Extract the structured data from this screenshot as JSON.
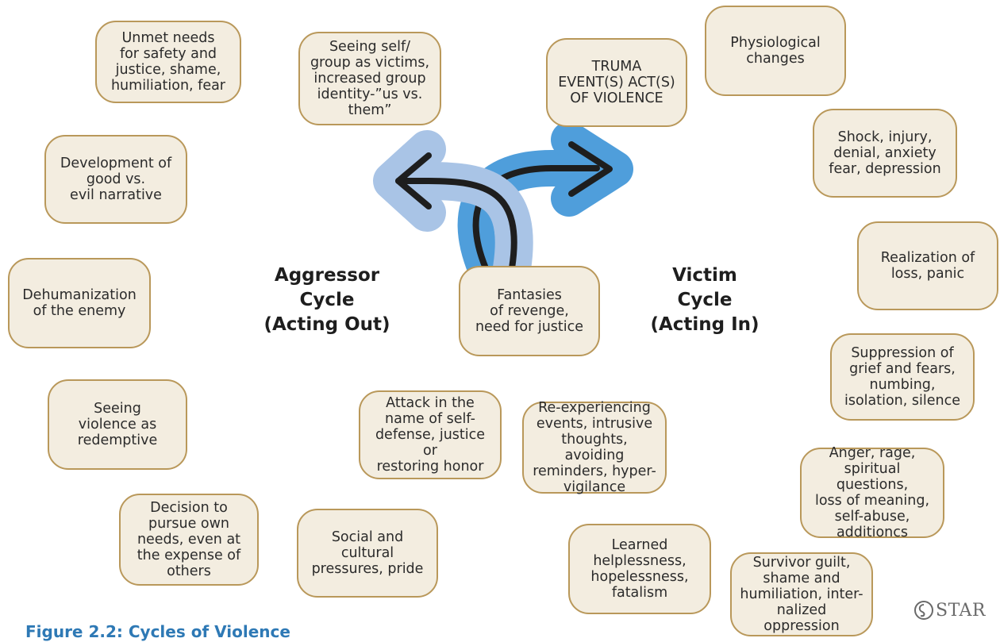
{
  "boxes": {
    "unmet_needs": "Unmet needs\nfor safety and\njustice, shame,\nhumiliation, fear",
    "seeing_self_victims": "Seeing self/\ngroup as victims,\nincreased group\nidentity-”us vs.\nthem”",
    "trauma_event": "TRUMA\nEVENT(S) ACT(S)\nOF VIOLENCE",
    "physiological": "Physiological\nchanges",
    "shock": "Shock, injury,\ndenial, anxiety\nfear, depression",
    "good_vs_evil": "Development of\ngood vs.\nevil narrative",
    "realization": "Realization of\nloss, panic",
    "dehumanization": "Dehumanization\nof the enemy",
    "fantasies": "Fantasies\nof revenge,\nneed for justice",
    "suppression": "Suppression of\ngrief and fears,\nnumbing,\nisolation, silence",
    "violence_redemptive": "Seeing\nviolence as\nredemptive",
    "attack": "Attack in the\nname of self-\ndefense, justice or\nrestoring honor",
    "reexperiencing": "Re-experiencing\nevents, intrusive\nthoughts, avoiding\nreminders, hyper-\nvigilance",
    "anger": "Anger, rage,\nspiritual questions,\nloss of meaning,\nself-abuse,\nadditioncs",
    "decision": "Decision to\npursue own\nneeds, even at\nthe expense of\nothers",
    "social_pressures": "Social and\ncultural\npressures, pride",
    "learned_helplessness": "Learned\nhelplessness,\nhopelessness,\nfatalism",
    "survivor_guilt": "Survivor guilt,\nshame and\nhumiliation, inter-\nnalized oppression"
  },
  "cycles": {
    "aggressor": "Aggressor\nCycle\n(Acting Out)",
    "victim": "Victim\nCycle\n(Acting In)"
  },
  "caption": "Figure 2.2: Cycles of Violence",
  "logo": "STAR",
  "colors": {
    "box_fill": "#f3ede0",
    "box_border": "#b9985a",
    "arrow_light": "#a9c4e6",
    "arrow_dark": "#4f9edb",
    "arrow_stroke": "#1e1e1e",
    "caption": "#2e79b5"
  },
  "icons": [
    "left-curved-arrow-icon",
    "right-curved-arrow-icon",
    "star-logo-icon"
  ]
}
